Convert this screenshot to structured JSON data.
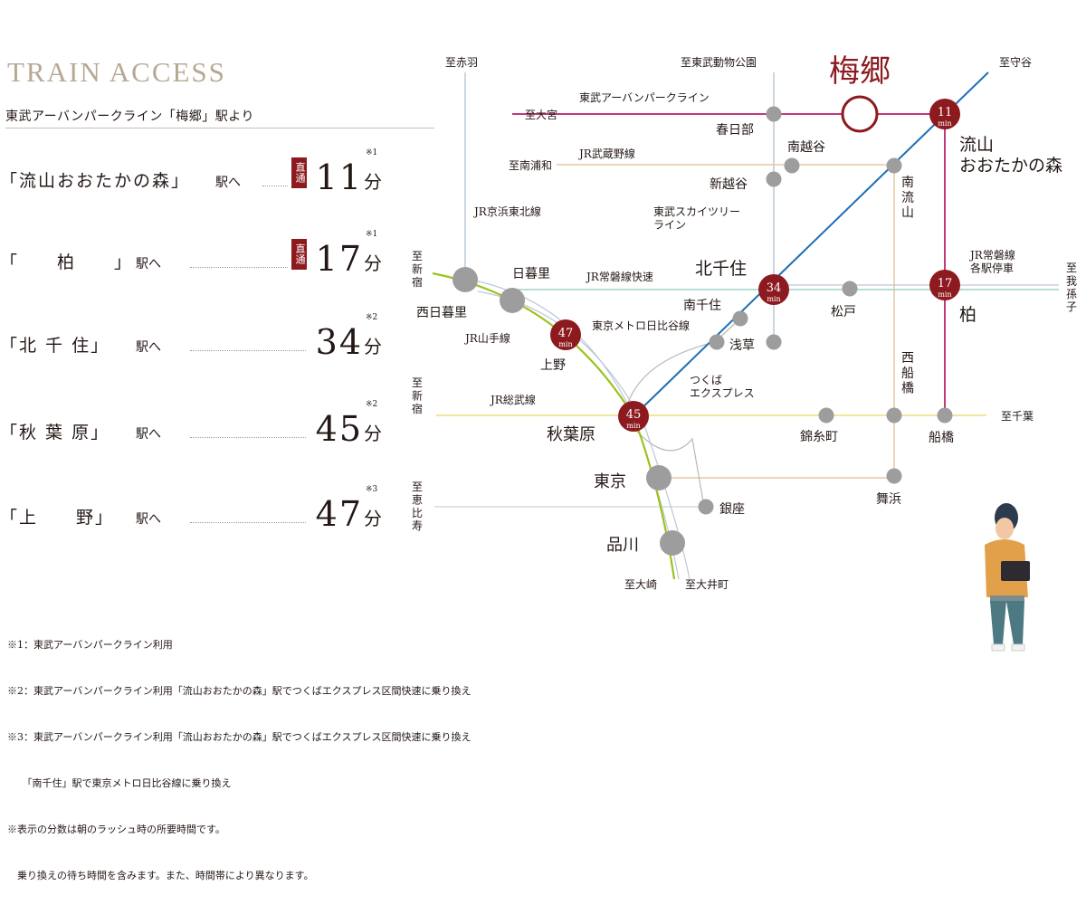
{
  "title": "TRAIN ACCESS",
  "subtitle": "東武アーバンパークライン「梅郷」駅より",
  "routes": [
    {
      "name": "「流山おおたかの森」",
      "suffix": "駅へ",
      "badge": "直通",
      "minutes": "11",
      "unit": "分",
      "note": "※1"
    },
    {
      "name": "「　　柏　　」",
      "suffix": "駅へ",
      "badge": "直通",
      "minutes": "17",
      "unit": "分",
      "note": "※1"
    },
    {
      "name": "「北 千 住」",
      "suffix": "駅へ",
      "badge": "",
      "minutes": "34",
      "unit": "分",
      "note": "※2"
    },
    {
      "name": "「秋 葉 原」",
      "suffix": "駅へ",
      "badge": "",
      "minutes": "45",
      "unit": "分",
      "note": "※2"
    },
    {
      "name": "「上　　野」",
      "suffix": "駅へ",
      "badge": "",
      "minutes": "47",
      "unit": "分",
      "note": "※3"
    }
  ],
  "notes": [
    "※1：東武アーバンパークライン利用",
    "※2：東武アーバンパークライン利用「流山おおたかの森」駅でつくばエクスプレス区間快速に乗り換え",
    "※3：東武アーバンパークライン利用「流山おおたかの森」駅でつくばエクスプレス区間快速に乗り換え",
    "　　「南千住」駅で東京メトロ日比谷線に乗り換え",
    "※表示の分数は朝のラッシュ時の所要時間です。",
    "　乗り換えの待ち時間を含みます。また、時間帯により異なります。"
  ],
  "map": {
    "origin": "梅郷",
    "min_unit": "min",
    "colors": {
      "accent": "#8c1a1f",
      "urban_park": "#c0397a",
      "tx": "#1f6fb5",
      "yamanote": "#9bc31f",
      "jr_gray": "#bcc8d6",
      "hibiya": "#b8b8b8",
      "sobu": "#f0e08a",
      "joban": "#9fd3c7",
      "musashino": "#e6c9a0",
      "station": "#9e9d9d"
    },
    "stations": {
      "nagareyama": "流山\nおおたかの森",
      "kasukabe": "春日部",
      "minamikoshigaya": "南越谷",
      "shinkoshigaya": "新越谷",
      "minaminagareyama": "南\n流\n山",
      "kashiwa": "柏",
      "kitasenju": "北千住",
      "matsudo": "松戸",
      "minamisenju": "南千住",
      "asakusa": "浅草",
      "nippori": "日暮里",
      "nishinippori": "西日暮里",
      "ueno": "上野",
      "akihabara": "秋葉原",
      "kinshicho": "錦糸町",
      "nishifunabashi": "西\n船\n橋",
      "funabashi": "船橋",
      "tokyo": "東京",
      "maihama": "舞浜",
      "ginza": "銀座",
      "shinagawa": "品川"
    },
    "termini": {
      "akabane": "至赤羽",
      "tobu_zoo": "至東武動物公園",
      "moriya": "至守谷",
      "omiya": "至大宮",
      "minamiurawa": "至南浦和",
      "shinjuku1": "至\n新\n宿",
      "shinjuku2": "至\n新\n宿",
      "ebisu": "至\n恵\n比\n寿",
      "abiko": "至\n我\n孫\n子",
      "chiba": "至千葉",
      "osaki": "至大崎",
      "oimachi": "至大井町"
    },
    "lines": {
      "urban_park": "東武アーバンパークライン",
      "musashino": "JR武蔵野線",
      "keihin": "JR京浜東北線",
      "skytree": "東武スカイツリー\nライン",
      "joban_rapid": "JR常磐線快速",
      "joban_local": "JR常磐線\n各駅停車",
      "hibiya": "東京メトロ日比谷線",
      "yamanote": "JR山手線",
      "tx": "つくば\nエクスプレス",
      "sobu": "JR総武線"
    },
    "times": {
      "nagareyama": "11",
      "kashiwa": "17",
      "kitasenju": "34",
      "ueno": "47",
      "akihabara": "45"
    }
  }
}
